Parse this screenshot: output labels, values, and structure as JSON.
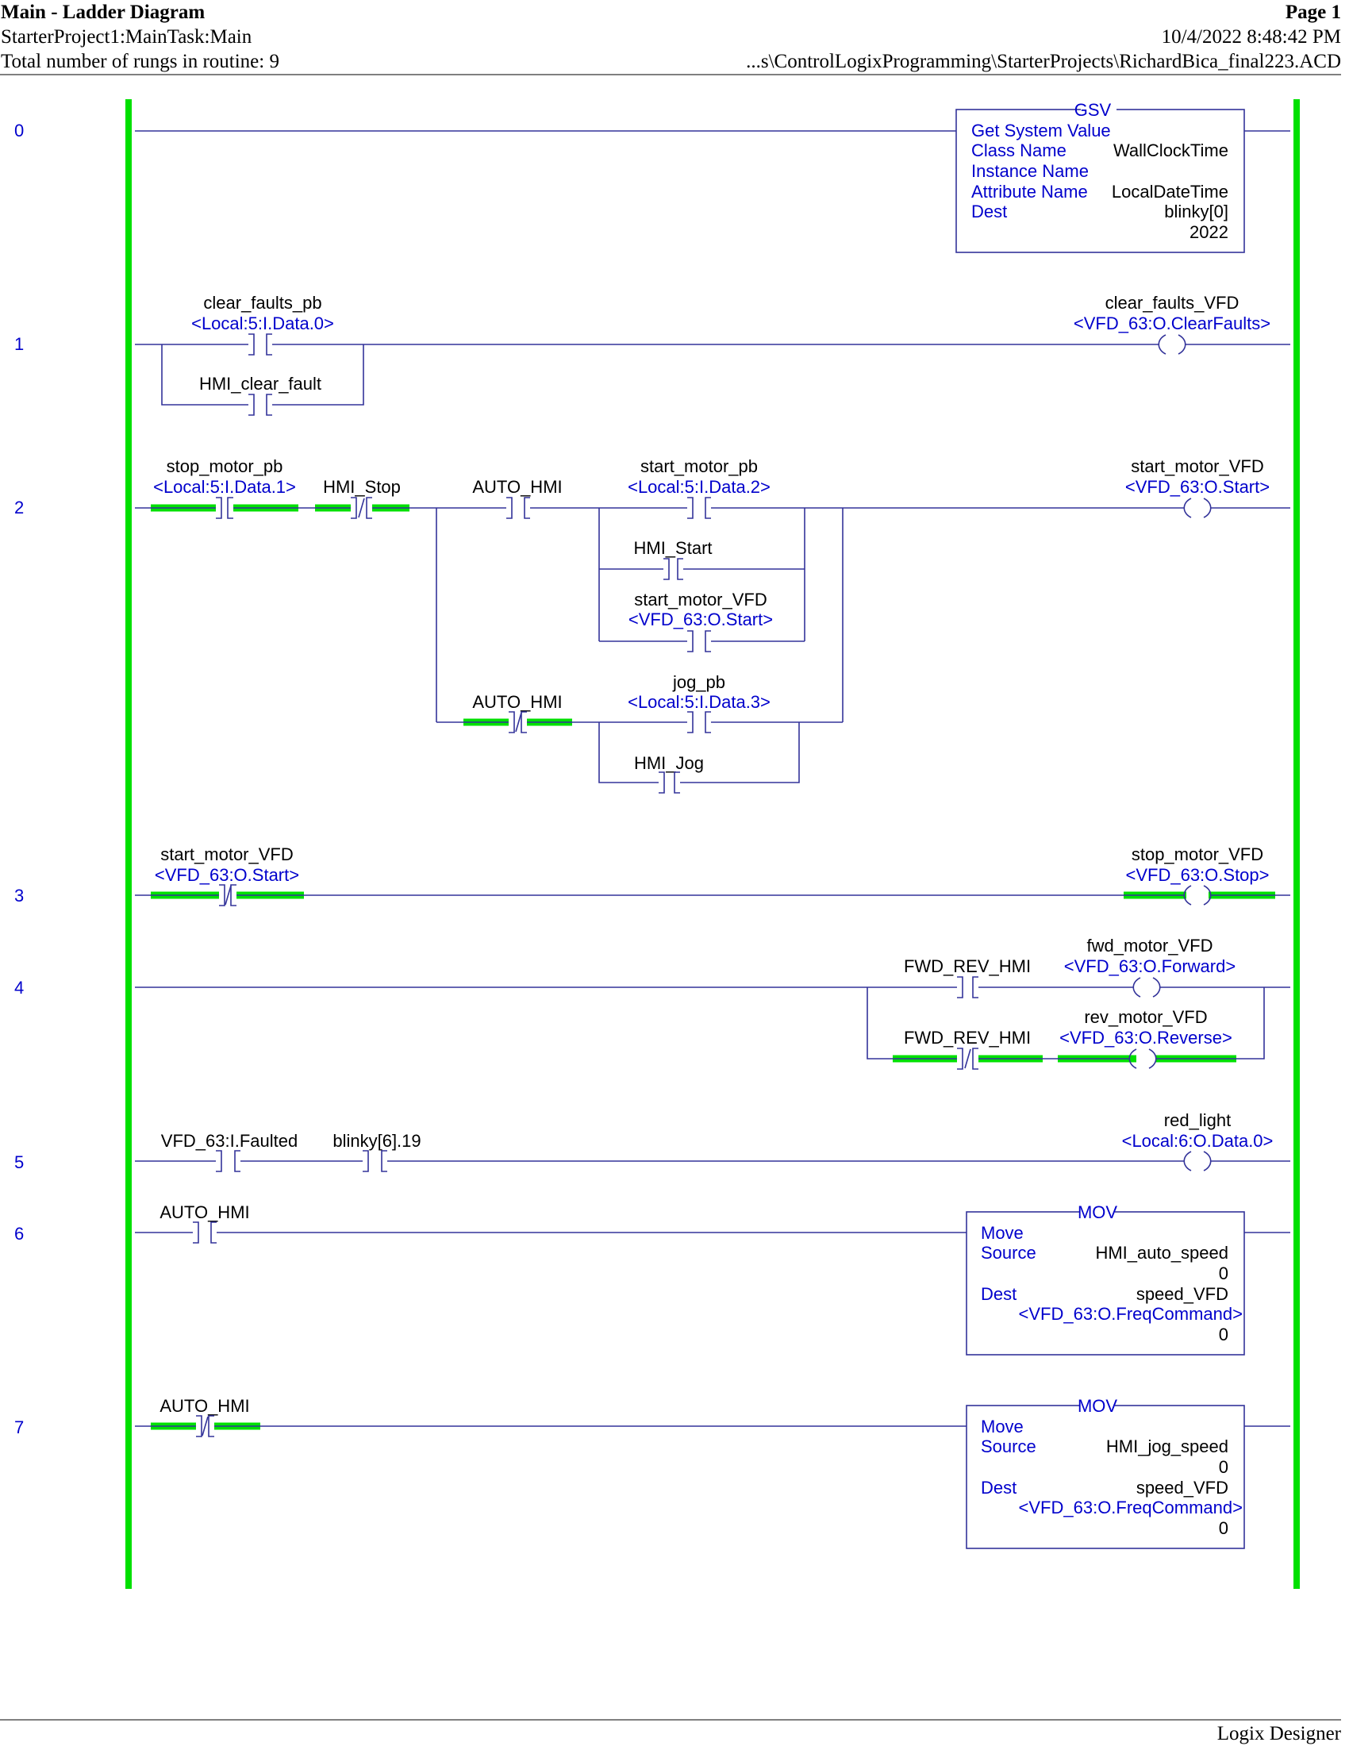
{
  "header": {
    "title": "Main - Ladder Diagram",
    "page": "Page 1",
    "path": "StarterProject1:MainTask:Main",
    "datetime": "10/4/2022 8:48:42 PM",
    "rung_count": "Total number of rungs in routine: 9",
    "file": "...s\\ControlLogixProgramming\\StarterProjects\\RichardBica_final223.ACD"
  },
  "footer": {
    "app": "Logix Designer"
  },
  "colors": {
    "wire": "#33339a",
    "tag": "#000000",
    "address": "#0000cc",
    "rail": "#00e000",
    "energized": "#00e000"
  },
  "rung_numbers": [
    "0",
    "1",
    "2",
    "3",
    "4",
    "5",
    "6",
    "7"
  ],
  "tags": {
    "clear_faults_pb": "clear_faults_pb",
    "local_5_0": "<Local:5:I.Data.0>",
    "hmi_clear_fault": "HMI_clear_fault",
    "clear_faults_vfd": "clear_faults_VFD",
    "vfd_clearfaults": "<VFD_63:O.ClearFaults>",
    "stop_motor_pb": "stop_motor_pb",
    "local_5_1": "<Local:5:I.Data.1>",
    "hmi_stop": "HMI_Stop",
    "auto_hmi": "AUTO_HMI",
    "start_motor_pb": "start_motor_pb",
    "local_5_2": "<Local:5:I.Data.2>",
    "hmi_start": "HMI_Start",
    "start_motor_vfd": "start_motor_VFD",
    "vfd_start": "<VFD_63:O.Start>",
    "jog_pb": "jog_pb",
    "local_5_3": "<Local:5:I.Data.3>",
    "hmi_jog": "HMI_Jog",
    "stop_motor_vfd": "stop_motor_VFD",
    "vfd_stop": "<VFD_63:O.Stop>",
    "fwd_rev_hmi": "FWD_REV_HMI",
    "fwd_motor_vfd": "fwd_motor_VFD",
    "vfd_forward": "<VFD_63:O.Forward>",
    "rev_motor_vfd": "rev_motor_VFD",
    "vfd_reverse": "<VFD_63:O.Reverse>",
    "vfd_faulted": "VFD_63:I.Faulted",
    "blinky_6_19": "blinky[6].19",
    "red_light": "red_light",
    "local_6_0": "<Local:6:O.Data.0>"
  },
  "gsv": {
    "name": "GSV",
    "desc": "Get System Value",
    "class_label": "Class Name",
    "class_value": "WallClockTime",
    "instance_label": "Instance Name",
    "attribute_label": "Attribute Name",
    "attribute_value": "LocalDateTime",
    "dest_label": "Dest",
    "dest_value": "blinky[0]",
    "dest_live": "2022"
  },
  "mov1": {
    "name": "MOV",
    "desc": "Move",
    "source_label": "Source",
    "source_value": "HMI_auto_speed",
    "source_live": "0",
    "dest_label": "Dest",
    "dest_value": "speed_VFD",
    "dest_alias": "<VFD_63:O.FreqCommand>",
    "dest_live": "0"
  },
  "mov2": {
    "name": "MOV",
    "desc": "Move",
    "source_label": "Source",
    "source_value": "HMI_jog_speed",
    "source_live": "0",
    "dest_label": "Dest",
    "dest_value": "speed_VFD",
    "dest_alias": "<VFD_63:O.FreqCommand>",
    "dest_live": "0"
  }
}
